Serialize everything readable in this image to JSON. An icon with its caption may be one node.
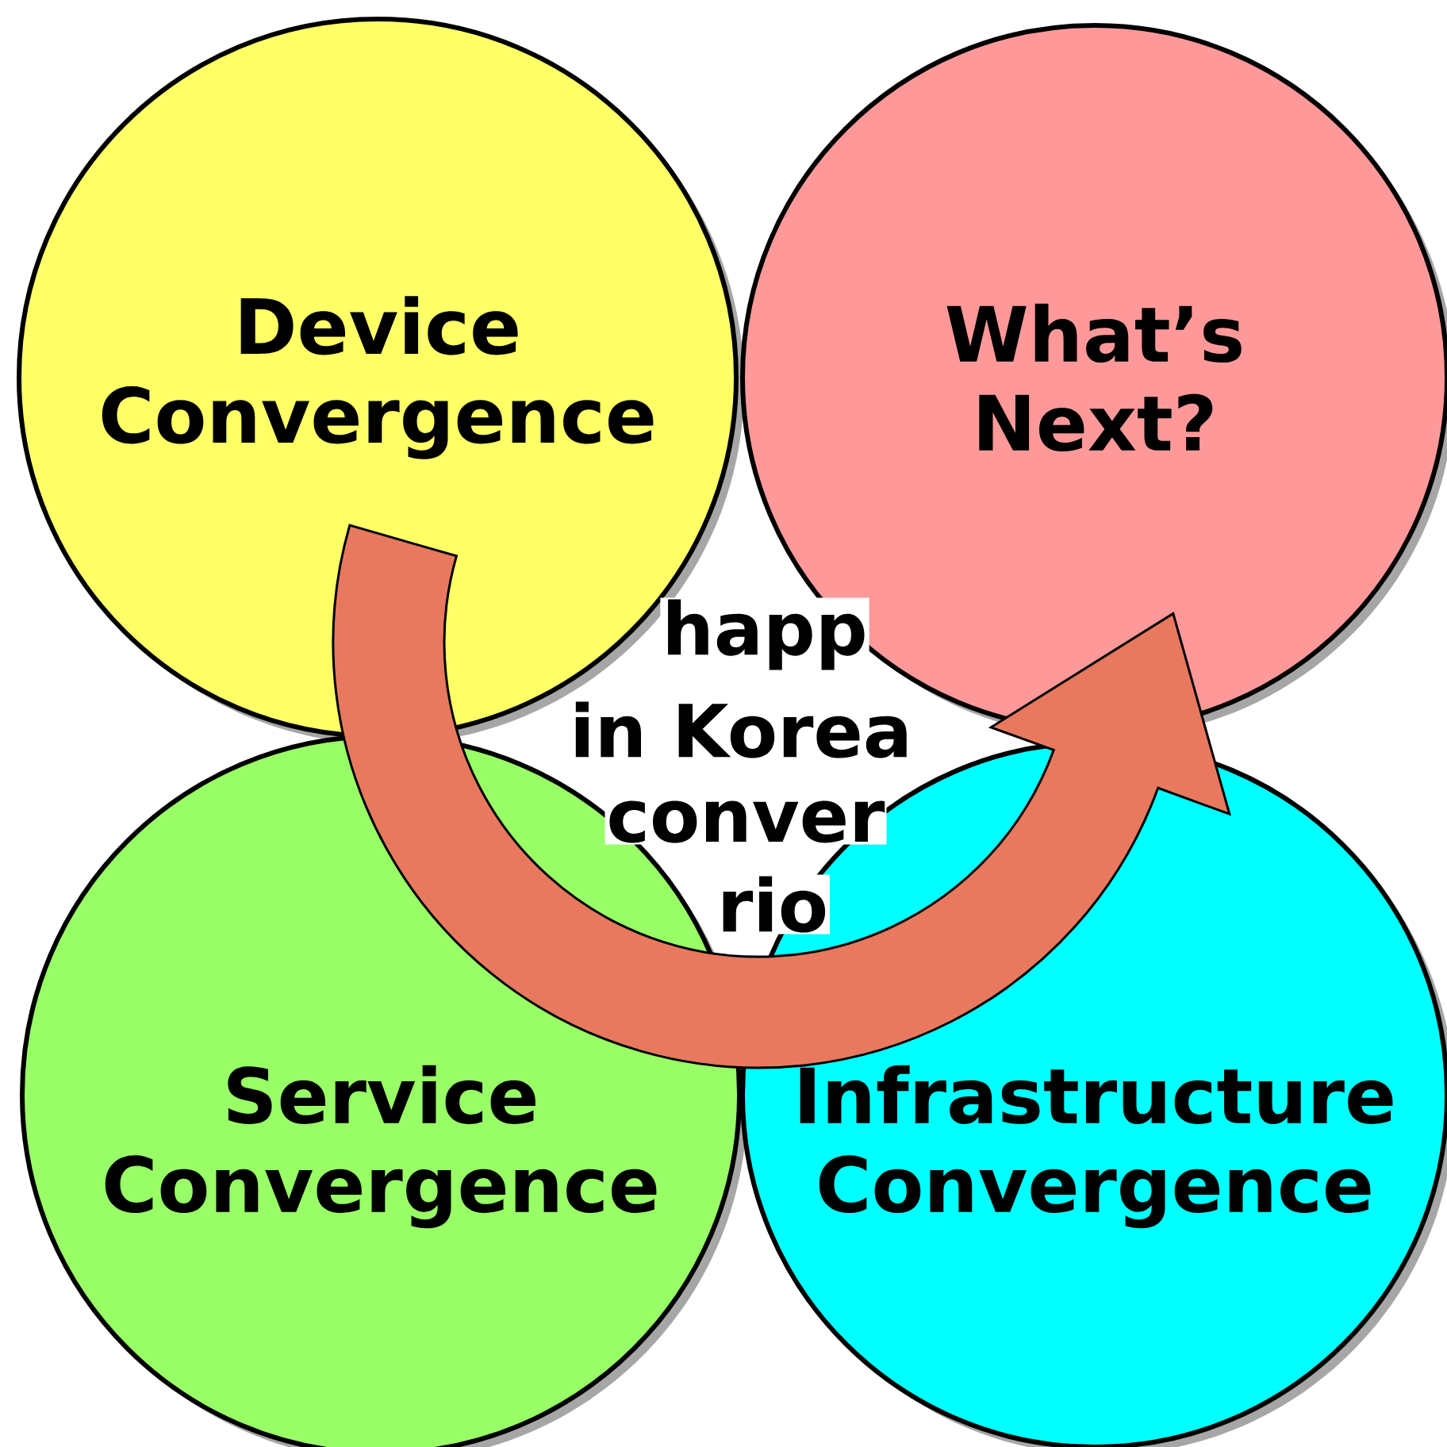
{
  "diagram": {
    "nodes": [
      {
        "text": [
          "Device Convergence"
        ]
      },
      {
        "text": [
          "What’s Next?"
        ]
      },
      {
        "text": [
          "Service Convergence"
        ]
      },
      {
        "text": [
          "Infrastructure Convergence"
        ]
      }
    ],
    "edges": [
      {
        "from": 0,
        "to": 1,
        "arrow": "to"
      }
    ],
    "labels": [
      "happ",
      "in Korea",
      "conver",
      "rio"
    ]
  }
}
